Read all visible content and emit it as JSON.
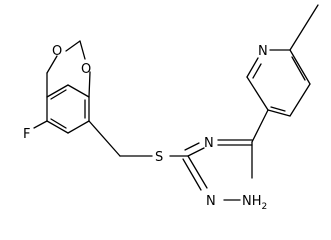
{
  "molecule": {
    "atoms": {
      "o_top": "O",
      "o_right": "O",
      "f": "F",
      "s": "S",
      "n_imine": "N",
      "n_pyridine": "N",
      "nh_amine": "N",
      "nh2": "NH",
      "nh2_sub": "2"
    },
    "colors": {
      "bond": "#000000",
      "text": "#000000",
      "background": "#ffffff"
    }
  }
}
